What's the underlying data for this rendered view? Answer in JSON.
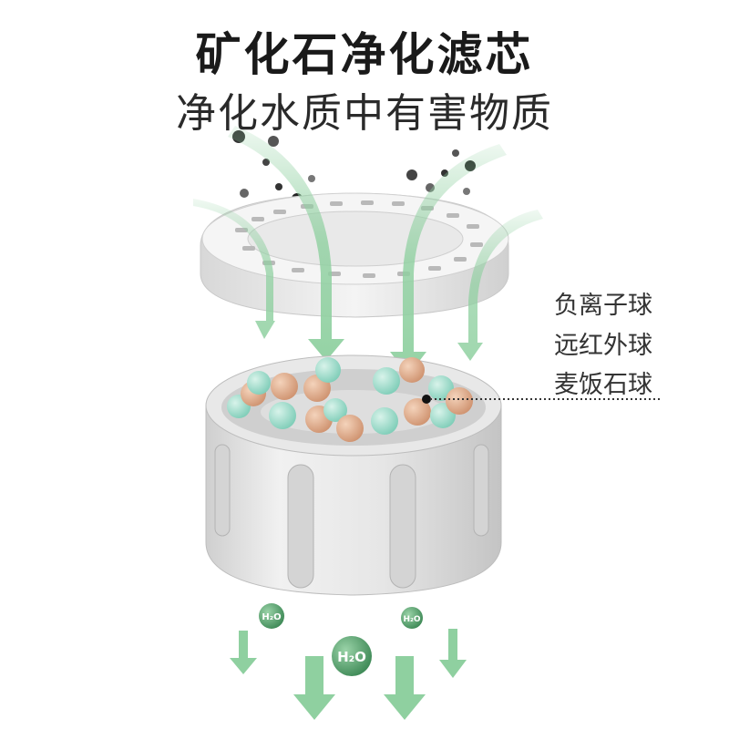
{
  "heading": {
    "title": "矿化石净化滤芯",
    "subtitle": "净化水质中有害物质"
  },
  "balls": {
    "label_1": "负离子球",
    "label_2": "远红外球",
    "label_3": "麦饭石球"
  },
  "molecules": {
    "label_large": "H₂O",
    "label_small_left": "H₂O",
    "label_small_right": "H₂O"
  },
  "colors": {
    "arrow_green": "#8fd0a0",
    "ball_teal": "#8ed6c4",
    "ball_tan": "#dfa983",
    "molecule_green": "#5aa06f",
    "cartridge_gray": "#dcdcdc"
  }
}
